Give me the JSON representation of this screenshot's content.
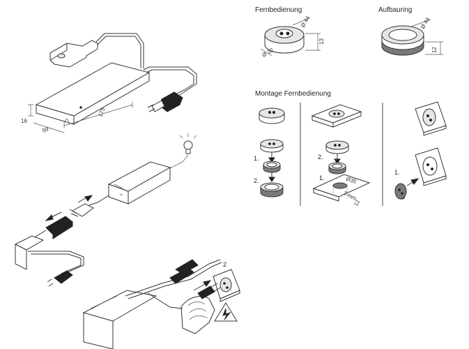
{
  "labels": {
    "remote_title": "Fernbedienung",
    "ring_title": "Aufbauring",
    "mounting_title": "Montage Fernbedienung"
  },
  "dimensions": {
    "driver_length": "175",
    "driver_width": "59",
    "driver_height": "16",
    "remote_diameter_top": "Ø 44",
    "remote_diameter_bottom": "Ø 32",
    "remote_height": "13",
    "ring_diameter": "Ø 44",
    "ring_height": "12",
    "cutout_diameter": "Ø35",
    "panel_thickness": "1 mm",
    "panel_thickness_max": "12"
  },
  "steps": {
    "step1": "1.",
    "step2": "2.",
    "mid_step1": "1.",
    "mid_step2": "2.",
    "wall_step1": "1.",
    "socket_step": "2"
  },
  "colors": {
    "line": "#333333",
    "fill_light": "#e6e6e6",
    "fill_dark": "#7a7a7a",
    "arrow": "#222222"
  }
}
